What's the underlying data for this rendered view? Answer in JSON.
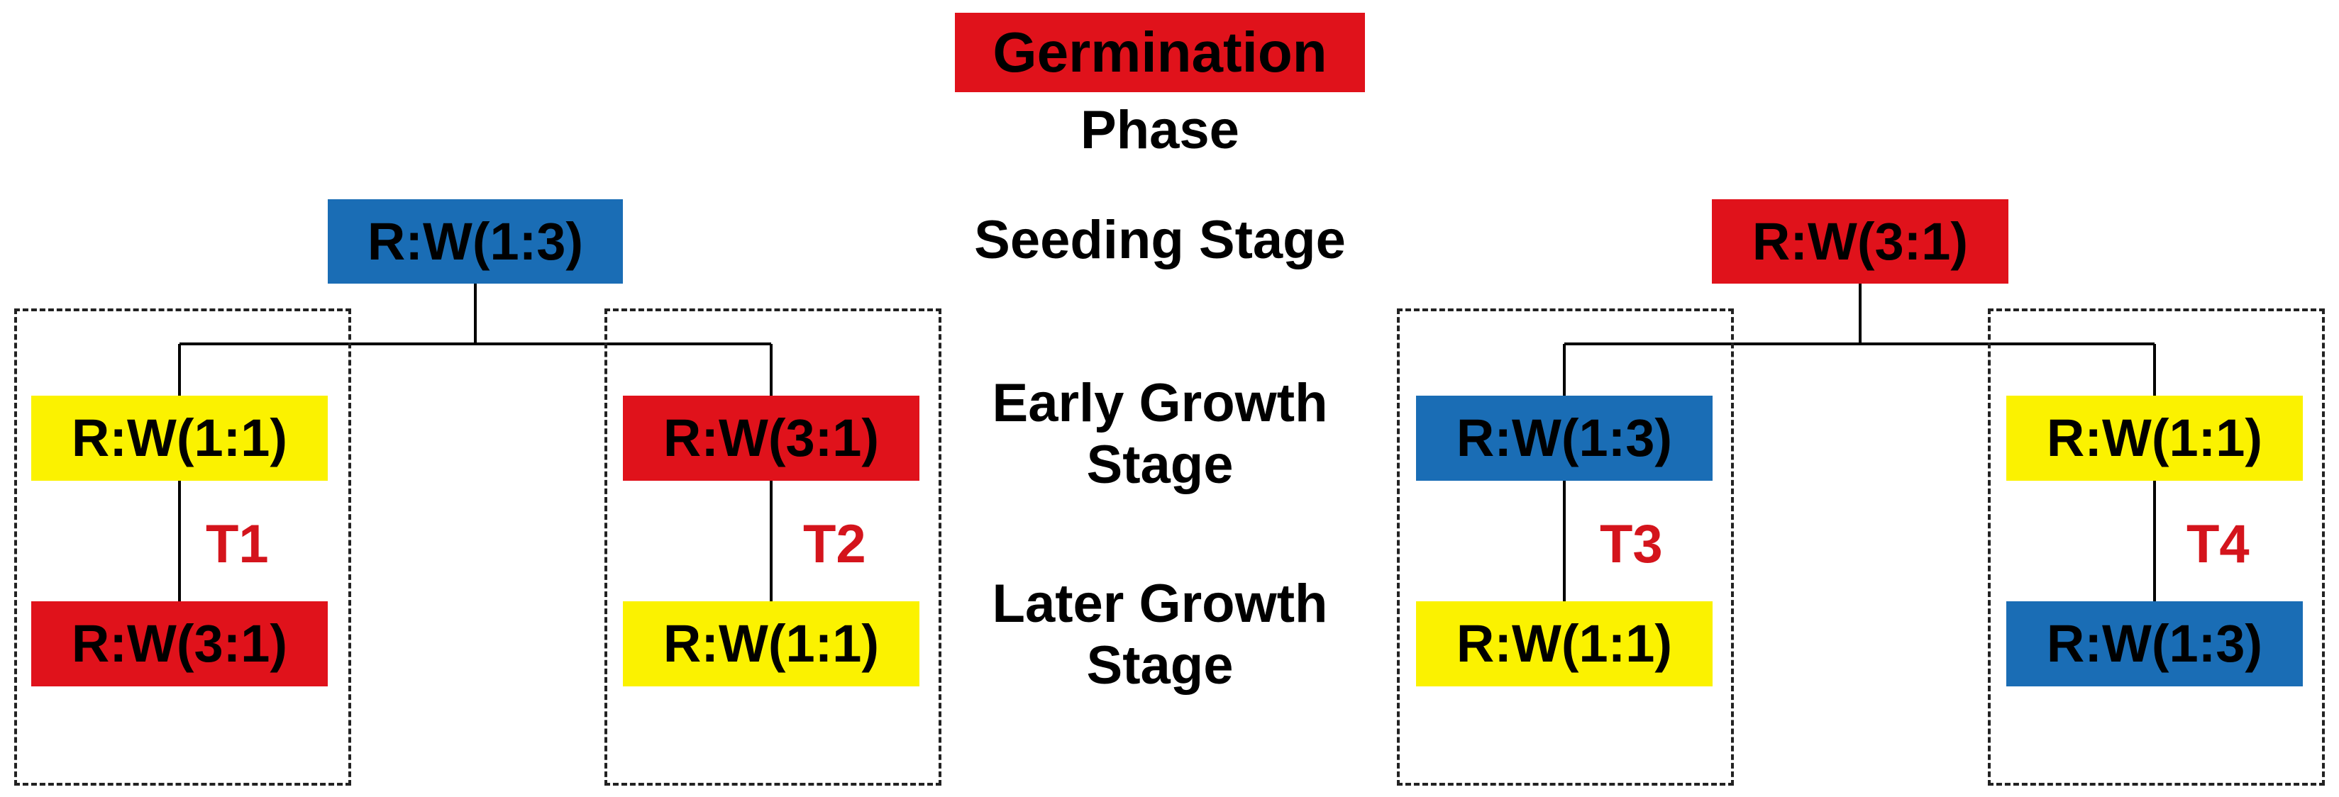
{
  "colors": {
    "red": "#e0121b",
    "blue": "#1a6db5",
    "yellow": "#fbf200",
    "label_red": "#d4141c"
  },
  "header": {
    "title_box": "Germination",
    "title_line2": "Phase"
  },
  "stages": {
    "seeding": "Seeding Stage",
    "early_line1": "Early Growth",
    "early_line2": "Stage",
    "later_line1": "Later Growth",
    "later_line2": "Stage"
  },
  "left_parent": {
    "label": "R:W(1:3)",
    "color": "blue"
  },
  "right_parent": {
    "label": "R:W(3:1)",
    "color": "red"
  },
  "treatments": [
    {
      "name": "T1",
      "early": {
        "label": "R:W(1:1)",
        "color": "yellow"
      },
      "later": {
        "label": "R:W(3:1)",
        "color": "red"
      }
    },
    {
      "name": "T2",
      "early": {
        "label": "R:W(3:1)",
        "color": "red"
      },
      "later": {
        "label": "R:W(1:1)",
        "color": "yellow"
      }
    },
    {
      "name": "T3",
      "early": {
        "label": "R:W(1:3)",
        "color": "blue"
      },
      "later": {
        "label": "R:W(1:1)",
        "color": "yellow"
      }
    },
    {
      "name": "T4",
      "early": {
        "label": "R:W(1:1)",
        "color": "yellow"
      },
      "later": {
        "label": "R:W(1:3)",
        "color": "blue"
      }
    }
  ]
}
